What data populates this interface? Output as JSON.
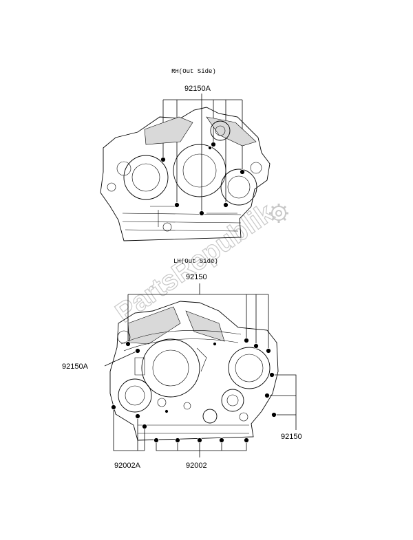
{
  "watermark": {
    "text": "PartsRepublik"
  },
  "views": {
    "rh": {
      "title": "RH(Out Side)",
      "part_label": "92150A"
    },
    "lh": {
      "title": "LH(Out Side)",
      "part_label_top": "92150",
      "part_label_left": "92150A",
      "part_label_right": "92150",
      "part_label_bottom_left": "92002A",
      "part_label_bottom": "92002"
    }
  }
}
